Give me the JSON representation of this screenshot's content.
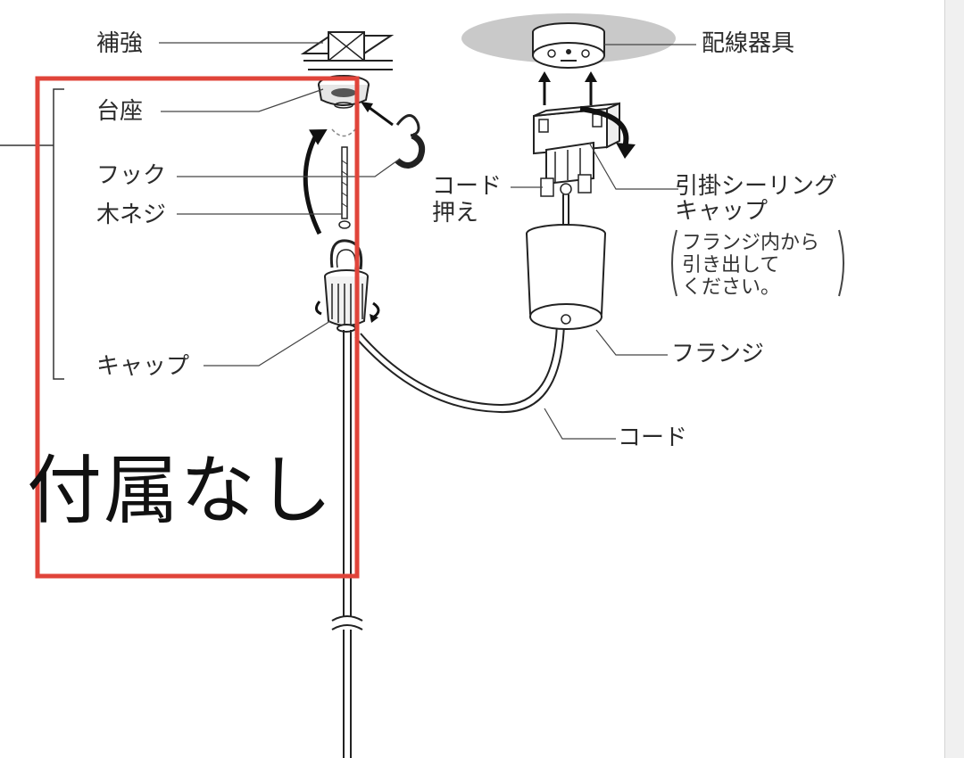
{
  "labels": {
    "hokyo": "補強",
    "daiza": "台座",
    "hook": "フック",
    "mokuneji": "木ネジ",
    "cap_left": "キャップ",
    "haisen_kigu": "配線器具",
    "cord_osae_1": "コード",
    "cord_osae_2": "押え",
    "hikikake_1": "引掛シーリング",
    "hikikake_2": "キャップ",
    "note_1": "フランジ内から",
    "note_2": "引き出して",
    "note_3": "ください。",
    "flange": "フランジ",
    "cord": "コード"
  },
  "callout": {
    "text": "付属なし",
    "border_color": "#e0443a"
  },
  "colors": {
    "line": "#2b2b2b",
    "ceiling_shade": "#c9c9c9"
  }
}
